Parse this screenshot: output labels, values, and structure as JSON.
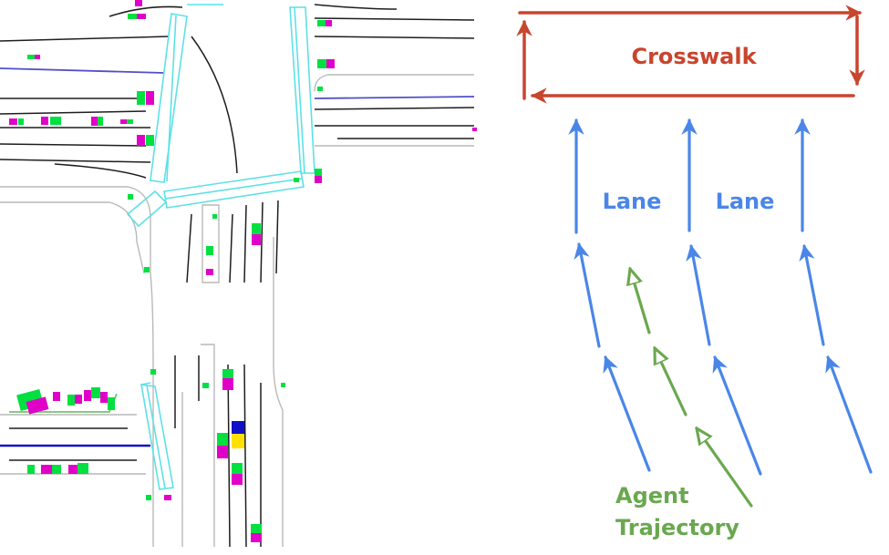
{
  "diagram": {
    "crosswalk_label": "Crosswalk",
    "lane_label_1": "Lane",
    "lane_label_2": "Lane",
    "agent_label_line1": "Agent",
    "agent_label_line2": "Trajectory"
  },
  "colors": {
    "crosswalk": "#c8452e",
    "lane": "#4a86e8",
    "agent": "#6aa84f",
    "map_crosswalk": "#5ce1e6",
    "map_lane": "#1e1e1e",
    "map_road_edge": "#b9b9b9",
    "map_agent": "#00e040",
    "map_agent_alt": "#e000c8",
    "map_ego": "#1010c8"
  }
}
